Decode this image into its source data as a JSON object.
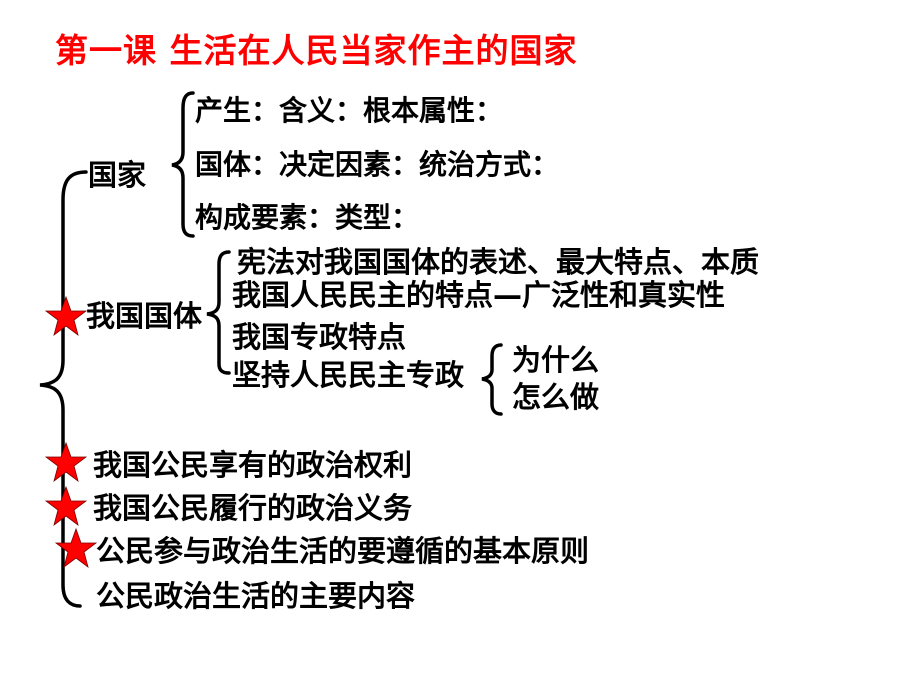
{
  "slide": {
    "title": "第一课  生活在人民当家作主的国家",
    "title_color": "#ff0000",
    "text_color": "#000000",
    "star_color": "#ff0000"
  },
  "outline": {
    "state": {
      "label": "国家",
      "items": [
        "产生：含义：根本属性：",
        "国体：决定因素：统治方式：",
        "构成要素：类型："
      ]
    },
    "national_system": {
      "label": "我国国体",
      "starred": true,
      "items": [
        "宪法对我国国体的表述、最大特点、本质",
        "我国人民民主的特点—广泛性和真实性",
        "我国专政特点",
        "坚持人民民主专政"
      ],
      "sub": {
        "items": [
          "为什么",
          "怎么做"
        ]
      }
    },
    "topics": [
      {
        "label": "我国公民享有的政治权利",
        "starred": true
      },
      {
        "label": "我国公民履行的政治义务",
        "starred": true
      },
      {
        "label": "公民参与政治生活的要遵循的基本原则",
        "starred": true
      },
      {
        "label": "公民政治生活的主要内容",
        "starred": false
      }
    ]
  }
}
